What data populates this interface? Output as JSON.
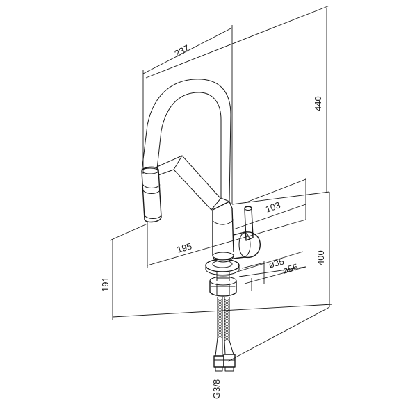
{
  "dimensions": {
    "spout_reach": "237",
    "total_height": "440",
    "handle_depth": "103",
    "base_to_spray": "195",
    "body_height": "400",
    "spray_height": "191",
    "base_diameter_small": "ø35",
    "base_diameter_large": "ø55",
    "connection_thread": "G3/8"
  }
}
